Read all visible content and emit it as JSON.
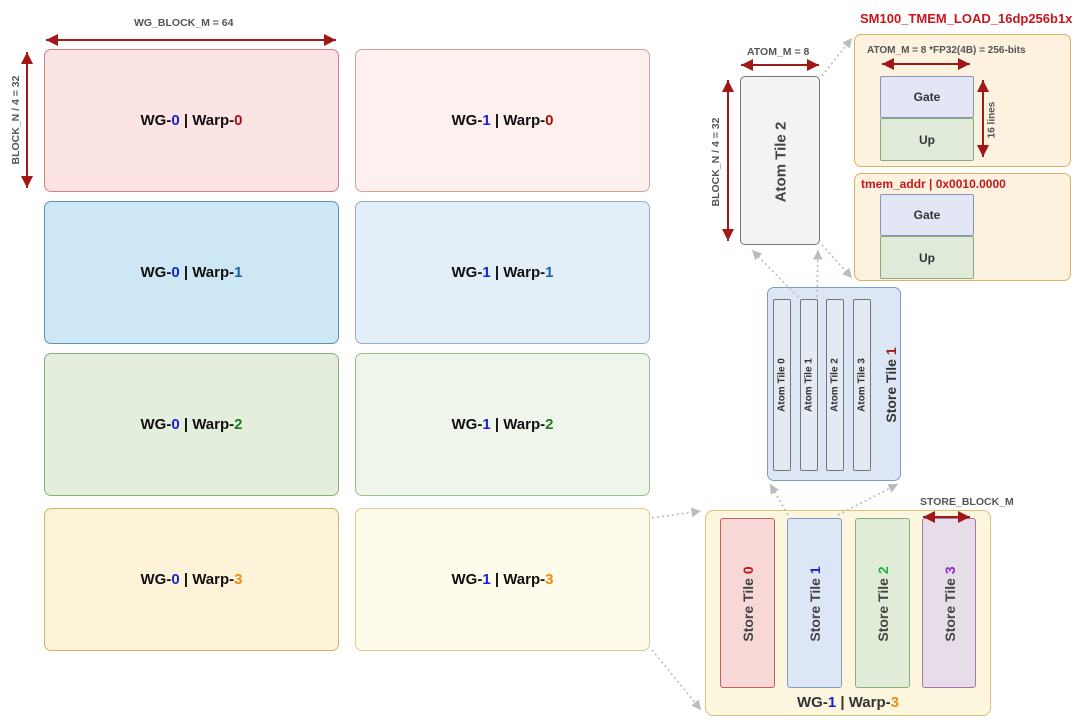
{
  "labels": {
    "wg_block_m": "WG_BLOCK_M = 64",
    "block_n_left": "BLOCK_N / 4 = 32",
    "atom_m": "ATOM_M = 8",
    "block_n_atom": "BLOCK_N / 4 = 32",
    "atom_tile_2": "Atom Tile 2",
    "store_block_m": "STORE_BLOCK_M"
  },
  "grid": [
    [
      {
        "wg": "WG-",
        "wgn": "0",
        "sep": " | Warp-",
        "wn": "0"
      },
      {
        "wg": "WG-",
        "wgn": "1",
        "sep": " | Warp-",
        "wn": "0"
      }
    ],
    [
      {
        "wg": "WG-",
        "wgn": "0",
        "sep": " | Warp-",
        "wn": "1"
      },
      {
        "wg": "WG-",
        "wgn": "1",
        "sep": " | Warp-",
        "wn": "1"
      }
    ],
    [
      {
        "wg": "WG-",
        "wgn": "0",
        "sep": " | Warp-",
        "wn": "2"
      },
      {
        "wg": "WG-",
        "wgn": "1",
        "sep": " | Warp-",
        "wn": "2"
      }
    ],
    [
      {
        "wg": "WG-",
        "wgn": "0",
        "sep": " | Warp-",
        "wn": "3"
      },
      {
        "wg": "WG-",
        "wgn": "1",
        "sep": " | Warp-",
        "wn": "3"
      }
    ]
  ],
  "tmem_panel": {
    "title": "SM100_TMEM_LOAD_16dp256b1x",
    "subtitle": "ATOM_M = 8 *FP32(4B) = 256-bits",
    "gate": "Gate",
    "up": "Up",
    "lines": "16 lines"
  },
  "addr_panel": {
    "title": "tmem_addr | 0x0010.0000",
    "gate": "Gate",
    "up": "Up"
  },
  "store_tile_1": {
    "name": "Store Tile ",
    "num": "1",
    "atoms": [
      "Atom Tile 0",
      "Atom Tile 1",
      "Atom Tile 2",
      "Atom Tile 3"
    ]
  },
  "store_group": {
    "tiles": [
      {
        "name": "Store Tile ",
        "num": "0"
      },
      {
        "name": "Store Tile ",
        "num": "1"
      },
      {
        "name": "Store Tile ",
        "num": "2"
      },
      {
        "name": "Store Tile ",
        "num": "3"
      }
    ],
    "footer": {
      "wg": "WG-",
      "wgn": "1",
      "sep": " | Warp-",
      "wn": "3"
    }
  },
  "colors": {
    "dark_red": "#a01818",
    "wg_num": "#1a22d6",
    "warp0": "#a81010",
    "warp1": "#1a5fb0",
    "warp2": "#1f7a1f",
    "warp3": "#f08a10",
    "tile3": "#8a2bd0",
    "tile2": "#1fb53a"
  }
}
